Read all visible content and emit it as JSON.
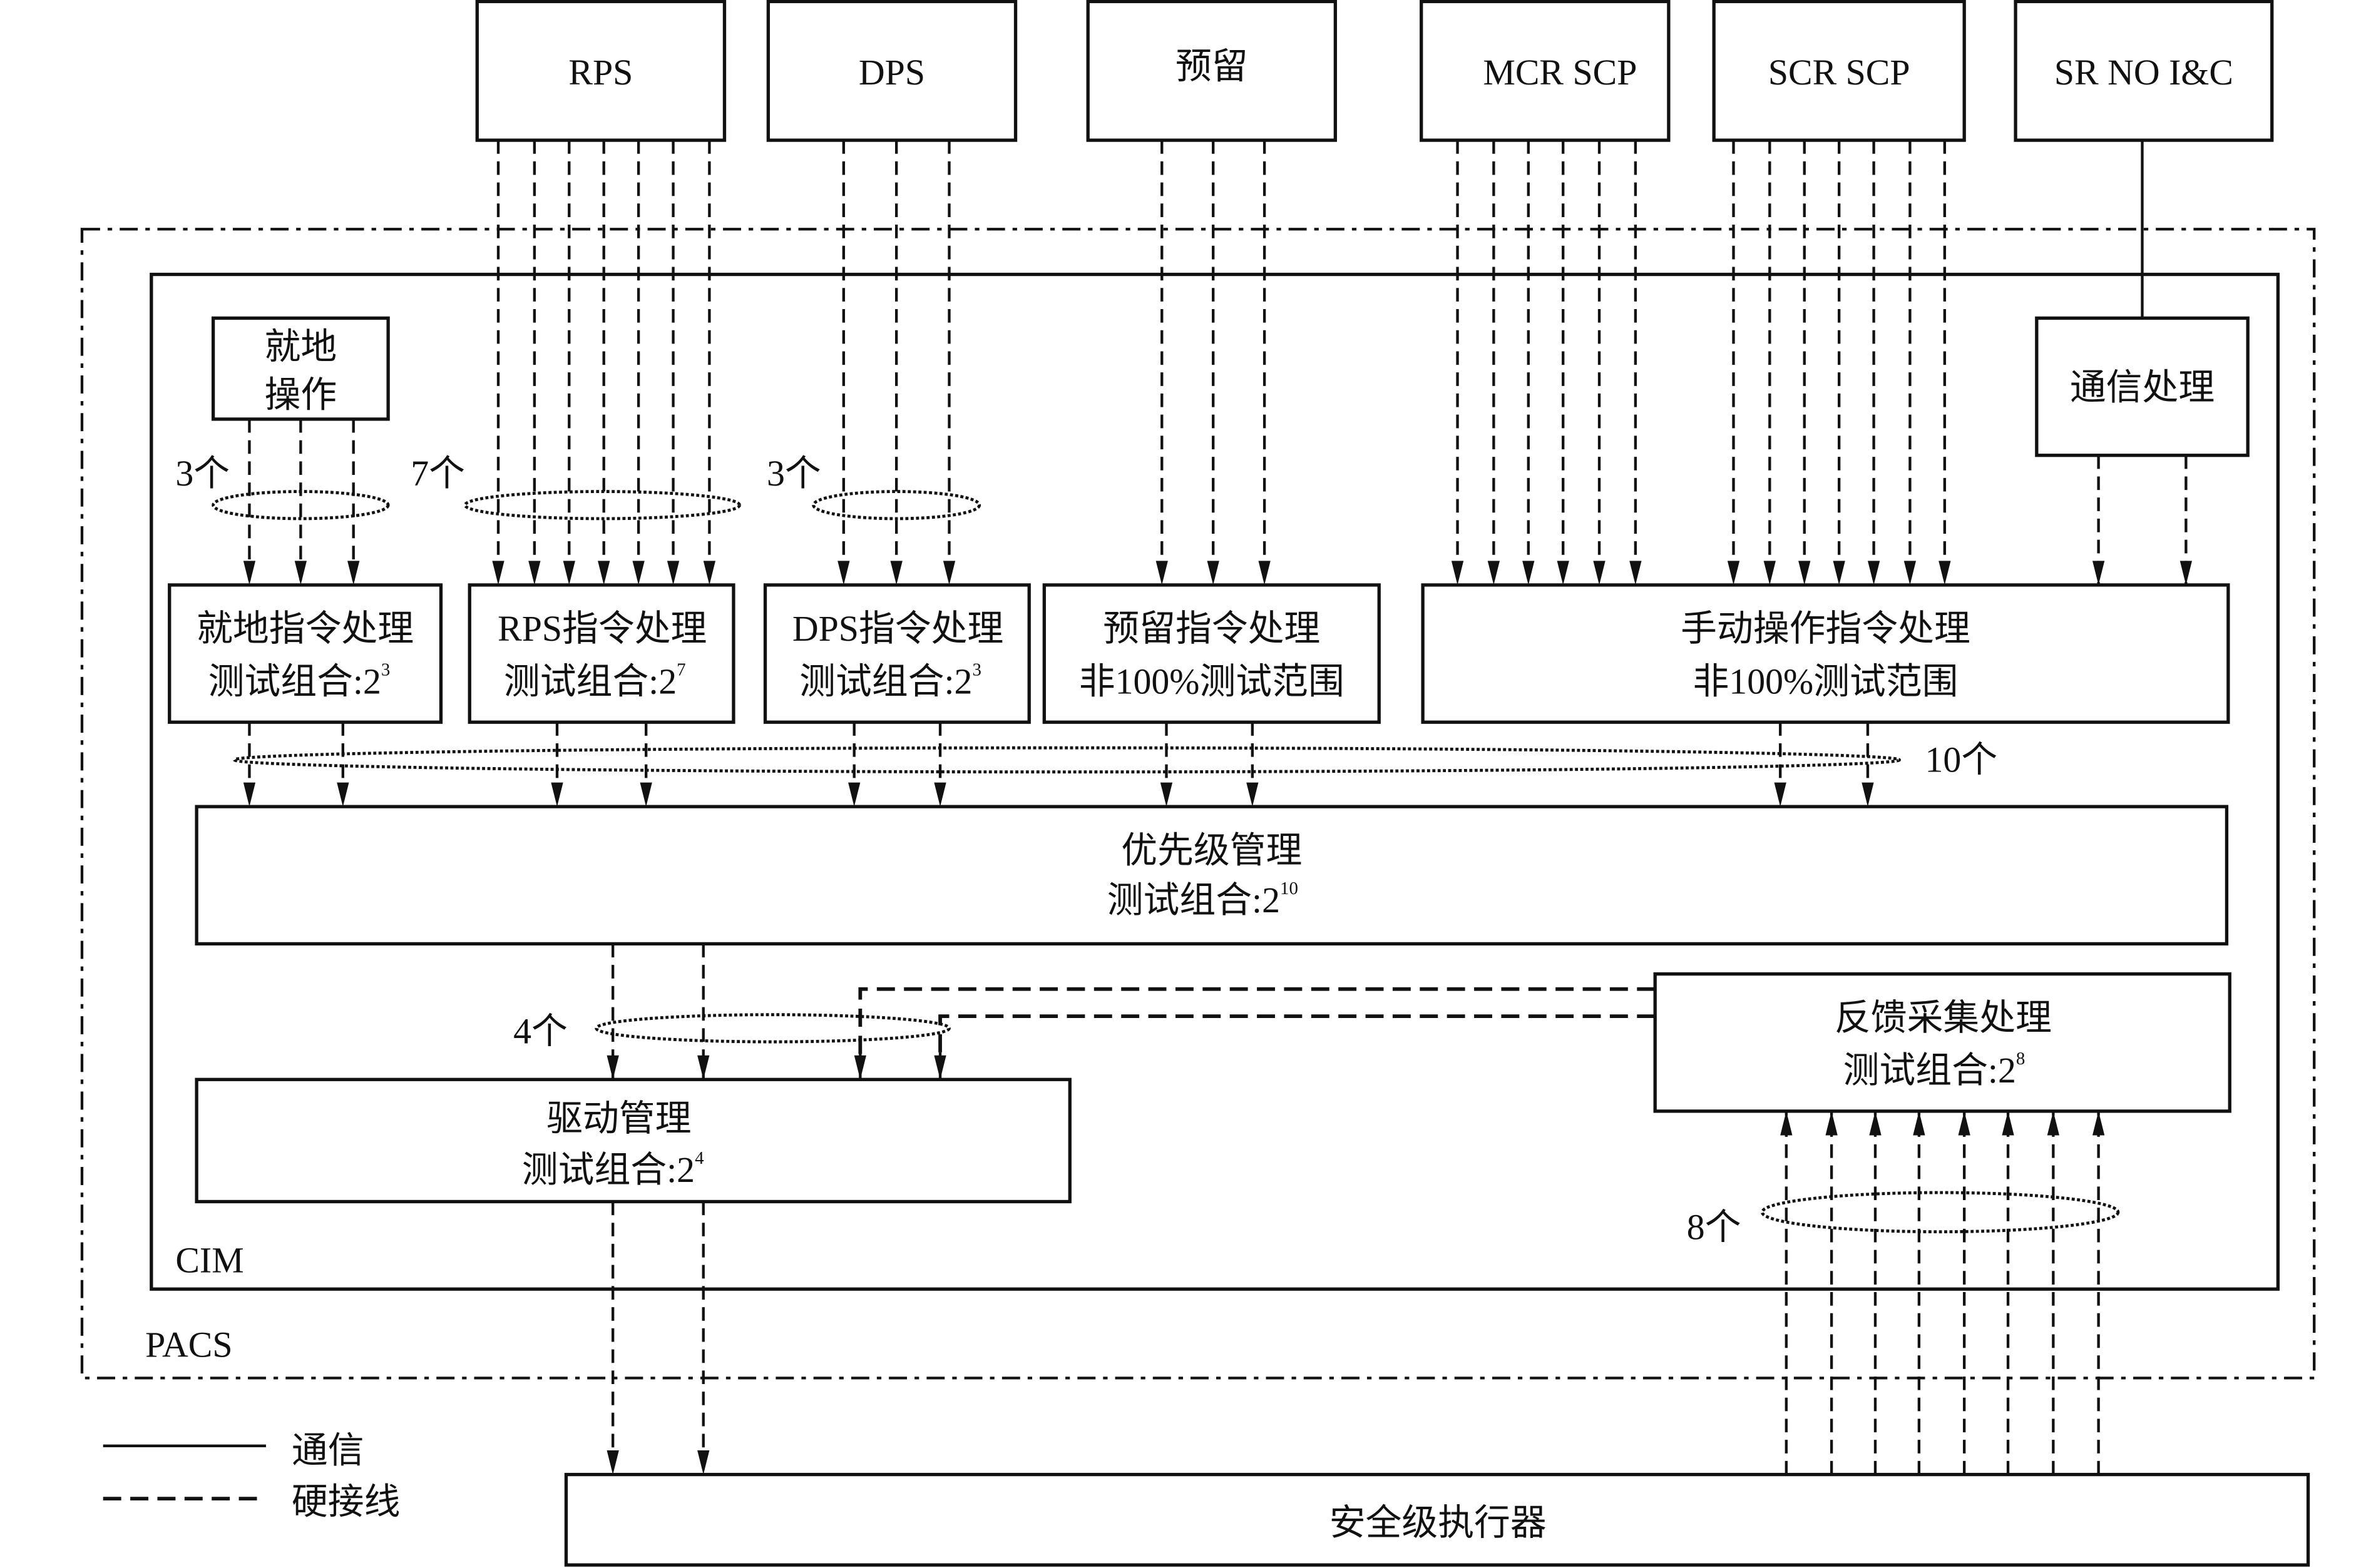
{
  "title": "PACS test combination diagram",
  "external_sources": [
    {
      "id": "rps",
      "label": "RPS",
      "lines": 7
    },
    {
      "id": "dps",
      "label": "DPS",
      "lines": 3
    },
    {
      "id": "reserved",
      "label": "预留",
      "lines": 3
    },
    {
      "id": "mcr-scp",
      "label": "MCR SCP",
      "lines": 6
    },
    {
      "id": "scr-scp",
      "label": "SCR SCP",
      "lines": 7
    },
    {
      "id": "sr-no-ic",
      "label": "SR NO I&C",
      "lines": 1
    }
  ],
  "containers": {
    "pacs": "PACS",
    "cim": "CIM"
  },
  "local_op": {
    "line1": "就地",
    "line2": "操作"
  },
  "comm_proc": "通信处理",
  "counts": {
    "local": "3个",
    "rps": "7个",
    "dps": "3个",
    "priority": "10个",
    "drive": "4个",
    "feedback": "8个"
  },
  "processors": [
    {
      "id": "local",
      "line1": "就地指令处理",
      "line2": "测试组合:2",
      "exp": "3"
    },
    {
      "id": "rps",
      "line1": "RPS指令处理",
      "line2": "测试组合:2",
      "exp": "7"
    },
    {
      "id": "dps",
      "line1": "DPS指令处理",
      "line2": "测试组合:2",
      "exp": "3"
    },
    {
      "id": "reserved",
      "line1": "预留指令处理",
      "line2": "非100%测试范围",
      "exp": ""
    },
    {
      "id": "manual",
      "line1": "手动操作指令处理",
      "line2": "非100%测试范围",
      "exp": ""
    }
  ],
  "priority": {
    "line1": "优先级管理",
    "line2": "测试组合:2",
    "exp": "10"
  },
  "drive": {
    "line1": "驱动管理",
    "line2": "测试组合:2",
    "exp": "4"
  },
  "feedback": {
    "line1": "反馈采集处理",
    "line2": "测试组合:2",
    "exp": "8"
  },
  "actuator": "安全级执行器",
  "legend": [
    {
      "style": "solid",
      "label": "通信"
    },
    {
      "style": "dashed",
      "label": "硬接线"
    }
  ]
}
